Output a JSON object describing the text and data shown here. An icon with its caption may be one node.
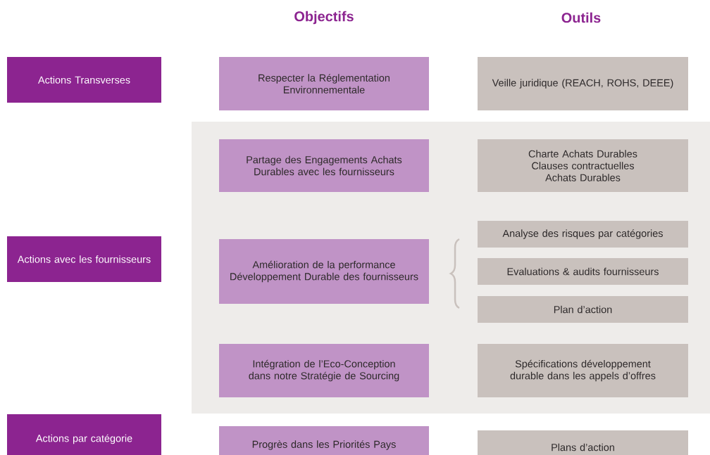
{
  "diagram": {
    "nodes": [
      {
        "text": [
          "Actions Transverses"
        ]
      },
      {
        "text": [
          "Respecter la Réglementation Environnementale"
        ]
      },
      {
        "text": [
          "Veille juridique (REACH, ROHS, DEEE)"
        ]
      },
      {
        "text": [],
        "shape": "box"
      },
      {
        "text": [
          "Actions avec les fournisseurs"
        ]
      },
      {
        "text": [
          "Partage des Engagements Achats Durables avec les fournisseurs"
        ],
        "in": 3
      },
      {
        "text": [
          "Charte Achats Durables Clauses contractuelles Achats Durables"
        ],
        "in": 3
      },
      {
        "text": [
          "Amélioration de la performance Développement Durable des fournisseurs"
        ],
        "in": 3
      },
      {
        "text": [
          "Analyse des risques par catégories"
        ],
        "in": 3
      },
      {
        "text": [
          "Evaluations & audits fournisseurs"
        ],
        "in": 3
      },
      {
        "text": [
          "Plan d’action"
        ],
        "in": 3
      },
      {
        "text": [
          "Intégration de l’Eco-Conception dans notre Stratégie de Sourcing"
        ],
        "in": 3
      },
      {
        "text": [
          "Spécifications développement durable dans les appels d’offres"
        ],
        "in": 3
      },
      {
        "text": [
          "Actions par catégorie"
        ]
      },
      {
        "text": [
          "Progrès dans les Priorités Pays"
        ]
      },
      {
        "text": [
          "Plans d’action"
        ]
      }
    ],
    "labels": [
      "Objectifs",
      "Outils"
    ]
  }
}
